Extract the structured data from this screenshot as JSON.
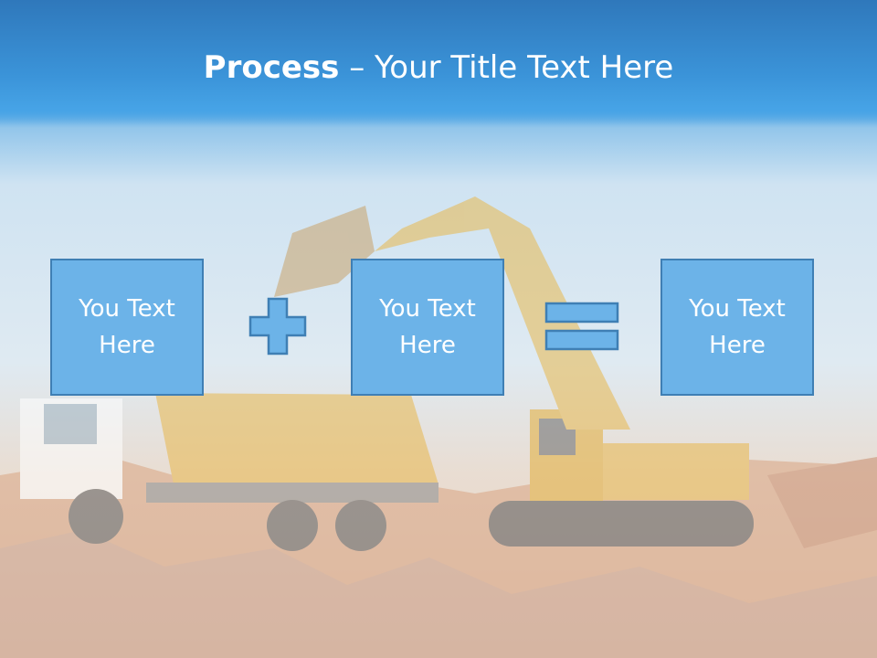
{
  "title": {
    "bold_part": "Process",
    "separator": " – ",
    "rest": "Your Title Text Here"
  },
  "boxes": [
    {
      "text": "You Text Here"
    },
    {
      "text": "You Text Here"
    },
    {
      "text": "You Text Here"
    }
  ],
  "operators": {
    "first": "plus-icon",
    "second": "equals-icon"
  },
  "colors": {
    "header": "#3b94d9",
    "box_fill": "#6cb3e8",
    "box_border": "#3f7fb4",
    "operator_fill": "#6cb3e8"
  }
}
